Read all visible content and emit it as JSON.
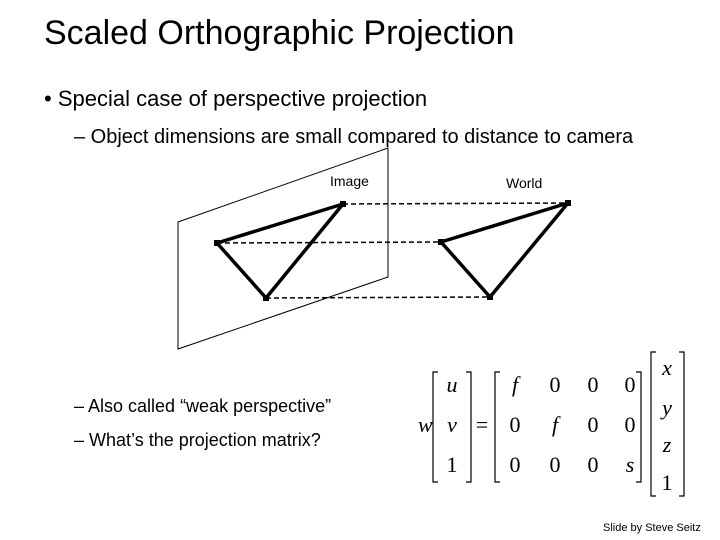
{
  "slide": {
    "title": "Scaled Orthographic Projection",
    "bullet": "• Special case of perspective projection",
    "sub_bullets": [
      "– Object dimensions are small compared to distance to camera",
      "– Also called “weak perspective”",
      "– What’s the projection matrix?"
    ],
    "figure": {
      "image_label": "Image",
      "world_label": "World"
    },
    "equation": {
      "w": "w",
      "lhs": [
        "u",
        "v",
        "1"
      ],
      "equals": "=",
      "matrix": [
        [
          "f",
          "0",
          "0",
          "0"
        ],
        [
          "0",
          "f",
          "0",
          "0"
        ],
        [
          "0",
          "0",
          "0",
          "s"
        ]
      ],
      "rhs": [
        "x",
        "y",
        "z",
        "1"
      ]
    },
    "credit": "Slide by Steve Seitz"
  }
}
